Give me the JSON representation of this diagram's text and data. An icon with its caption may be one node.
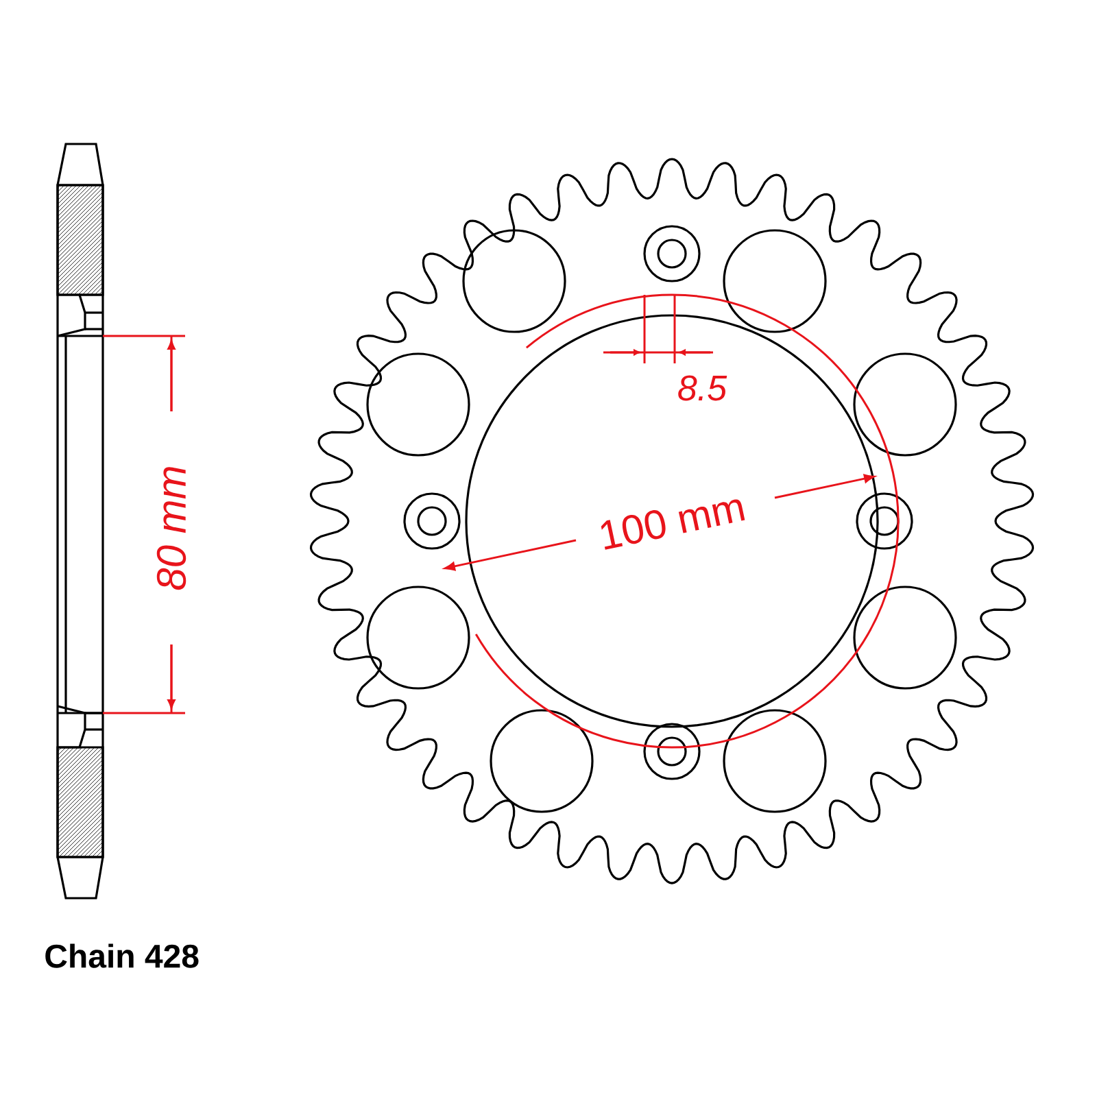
{
  "diagram": {
    "labels": [
      "8.5",
      "80 mm",
      "100 mm",
      "Chain 428"
    ]
  }
}
